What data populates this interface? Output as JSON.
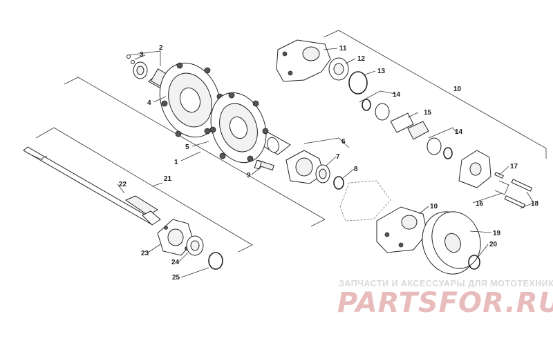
{
  "diagram": {
    "callouts": [
      {
        "id": "c1",
        "text": "1"
      },
      {
        "id": "c2",
        "text": "2"
      },
      {
        "id": "c3",
        "text": "3"
      },
      {
        "id": "c4",
        "text": "4"
      },
      {
        "id": "c5",
        "text": "5"
      },
      {
        "id": "c6",
        "text": "6"
      },
      {
        "id": "c7",
        "text": "7"
      },
      {
        "id": "c8",
        "text": "8"
      },
      {
        "id": "c9",
        "text": "9"
      },
      {
        "id": "c10a",
        "text": "10"
      },
      {
        "id": "c10b",
        "text": "10"
      },
      {
        "id": "c11",
        "text": "11"
      },
      {
        "id": "c12",
        "text": "12"
      },
      {
        "id": "c13",
        "text": "13"
      },
      {
        "id": "c14a",
        "text": "14"
      },
      {
        "id": "c14b",
        "text": "14"
      },
      {
        "id": "c15",
        "text": "15"
      },
      {
        "id": "c16",
        "text": "16"
      },
      {
        "id": "c17",
        "text": "17"
      },
      {
        "id": "c18",
        "text": "18"
      },
      {
        "id": "c19",
        "text": "19"
      },
      {
        "id": "c20",
        "text": "20"
      },
      {
        "id": "c21",
        "text": "21"
      },
      {
        "id": "c22",
        "text": "22"
      },
      {
        "id": "c23",
        "text": "23"
      },
      {
        "id": "c24",
        "text": "24"
      },
      {
        "id": "c25",
        "text": "25"
      }
    ]
  },
  "watermark": {
    "caption": "ЗАПЧАСТИ И АКСЕССУАРЫ ДЛЯ МОТОТЕХНИКИ",
    "brand": "PARTSFOR.RU",
    "color": "#e8bcbc"
  }
}
